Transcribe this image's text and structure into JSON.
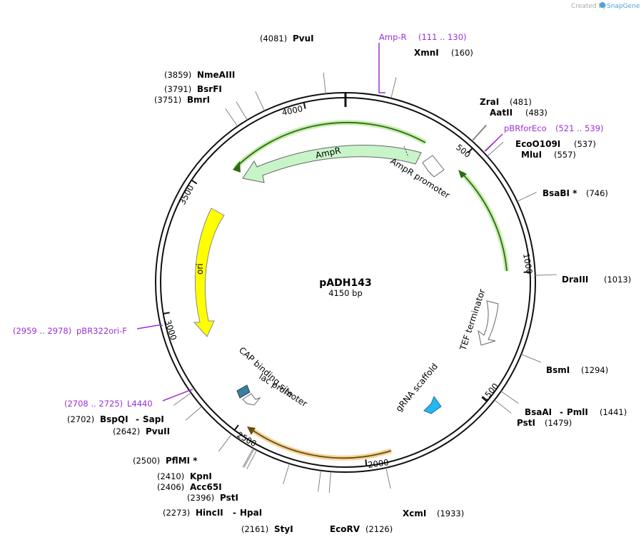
{
  "watermark": {
    "prefix": "Created by",
    "brand": "SnapGene"
  },
  "plasmid": {
    "name": "pADH143",
    "size_label": "4150 bp",
    "total_bp": 4150
  },
  "tick_labels": [
    {
      "bp": 500,
      "label": "500"
    },
    {
      "bp": 1000,
      "label": "1000"
    },
    {
      "bp": 1500,
      "label": "1500"
    },
    {
      "bp": 2000,
      "label": "2000"
    },
    {
      "bp": 2500,
      "label": "2500"
    },
    {
      "bp": 3000,
      "label": "3000"
    },
    {
      "bp": 3500,
      "label": "3500"
    },
    {
      "bp": 4000,
      "label": "4000"
    }
  ],
  "sites": [
    {
      "name": "PvuI",
      "pos": "(4081)",
      "bp": 4081
    },
    {
      "name": "XmnI",
      "pos": "(160)",
      "bp": 160
    },
    {
      "name": "NmeAIII",
      "pos": "(3859)",
      "bp": 3859
    },
    {
      "name": "BsrFI",
      "pos": "(3791)",
      "bp": 3791
    },
    {
      "name": "BmrI",
      "pos": "(3751)",
      "bp": 3751
    },
    {
      "name": "ZraI",
      "pos": "(481)",
      "bp": 481
    },
    {
      "name": "AatII",
      "pos": "(483)",
      "bp": 483
    },
    {
      "name": "EcoO109I",
      "pos": "(537)",
      "bp": 537
    },
    {
      "name": "MluI",
      "pos": "(557)",
      "bp": 557
    },
    {
      "name": "BsaBI *",
      "pos": "(746)",
      "bp": 746
    },
    {
      "name": "DraIII",
      "pos": "(1013)",
      "bp": 1013
    },
    {
      "name": "BsmI",
      "pos": "(1294)",
      "bp": 1294
    },
    {
      "name": "BsaAI",
      "sep": "-",
      "name2": "PmlI",
      "pos": "(1441)",
      "bp": 1441
    },
    {
      "name": "PstI",
      "pos": "(1479)",
      "bp": 1479
    },
    {
      "name": "XcmI",
      "pos": "(1933)",
      "bp": 1933
    },
    {
      "name": "EcoRV",
      "pos": "(2126)",
      "bp": 2126
    },
    {
      "name": "StyI",
      "pos": "(2161)",
      "bp": 2161
    },
    {
      "name": "HincII",
      "sep": "-",
      "name2": "HpaI",
      "pos": "(2273)",
      "bp": 2273
    },
    {
      "name": "PstI",
      "pos": "(2396)",
      "bp": 2396
    },
    {
      "name": "Acc65I",
      "pos": "(2406)",
      "bp": 2406
    },
    {
      "name": "KpnI",
      "pos": "(2410)",
      "bp": 2410
    },
    {
      "name": "PflMI *",
      "pos": "(2500)",
      "bp": 2500
    },
    {
      "name": "PvuII",
      "pos": "(2642)",
      "bp": 2642
    },
    {
      "name": "BspQI",
      "sep": "-",
      "name2": "SapI",
      "pos": "(2702)",
      "bp": 2702
    }
  ],
  "primers": [
    {
      "name": "Amp-R",
      "range": "(111 .. 130)",
      "bp": 120
    },
    {
      "name": "pBRforEco",
      "range": "(521 .. 539)",
      "bp": 530
    },
    {
      "name": "pBR322ori-F",
      "range": "(2959 .. 2978)",
      "bp": 2968
    },
    {
      "name": "L4440",
      "range": "(2708 .. 2725)",
      "bp": 2716
    }
  ],
  "features": [
    {
      "name": "AmpR",
      "color": "#c8f5c8"
    },
    {
      "name": "AmpR promoter",
      "color": "#ffffff"
    },
    {
      "name": "ori",
      "color": "#ffff00"
    },
    {
      "name": "TEF terminator",
      "color": "#ffffff"
    },
    {
      "name": "gRNA scaffold",
      "color": "#22b8f0"
    },
    {
      "name": "CAP binding site",
      "color": "#3a7f9b"
    },
    {
      "name": "lac promoter",
      "color": "#ffffff"
    }
  ],
  "colors": {
    "primer": "#9b30d9",
    "orf_green": "#6ab04c",
    "orf_orange": "#e8a33d"
  }
}
